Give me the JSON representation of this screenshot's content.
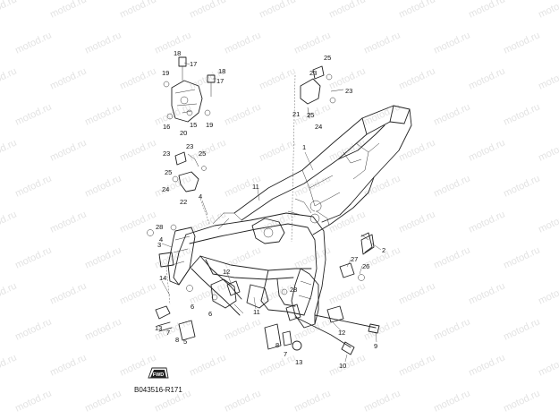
{
  "watermark_text": "motod.ru",
  "diagram_code": "B043516-R171",
  "fwd_badge": "FWD",
  "callouts": [
    {
      "id": "c1",
      "text": "1"
    },
    {
      "id": "c2",
      "text": "2"
    },
    {
      "id": "c3",
      "text": "3"
    },
    {
      "id": "c4a",
      "text": "4"
    },
    {
      "id": "c4b",
      "text": "4"
    },
    {
      "id": "c5a",
      "text": "5"
    },
    {
      "id": "c6a",
      "text": "6"
    },
    {
      "id": "c6b",
      "text": "6"
    },
    {
      "id": "c7a",
      "text": "7"
    },
    {
      "id": "c7b",
      "text": "7"
    },
    {
      "id": "c8a",
      "text": "8"
    },
    {
      "id": "c8b",
      "text": "8"
    },
    {
      "id": "c9",
      "text": "9"
    },
    {
      "id": "c10",
      "text": "10"
    },
    {
      "id": "c11a",
      "text": "11"
    },
    {
      "id": "c11b",
      "text": "11"
    },
    {
      "id": "c12a",
      "text": "12"
    },
    {
      "id": "c12b",
      "text": "12"
    },
    {
      "id": "c13a",
      "text": "13"
    },
    {
      "id": "c13b",
      "text": "13"
    },
    {
      "id": "c14",
      "text": "14"
    },
    {
      "id": "c15",
      "text": "15"
    },
    {
      "id": "c16",
      "text": "16"
    },
    {
      "id": "c17a",
      "text": "17"
    },
    {
      "id": "c17b",
      "text": "17"
    },
    {
      "id": "c18a",
      "text": "18"
    },
    {
      "id": "c18b",
      "text": "18"
    },
    {
      "id": "c19a",
      "text": "19"
    },
    {
      "id": "c19b",
      "text": "19"
    },
    {
      "id": "c20",
      "text": "20"
    },
    {
      "id": "c21",
      "text": "21"
    },
    {
      "id": "c22",
      "text": "22"
    },
    {
      "id": "c23a",
      "text": "23"
    },
    {
      "id": "c23b",
      "text": "23"
    },
    {
      "id": "c23c",
      "text": "23"
    },
    {
      "id": "c23d",
      "text": "23"
    },
    {
      "id": "c24a",
      "text": "24"
    },
    {
      "id": "c24b",
      "text": "24"
    },
    {
      "id": "c25a",
      "text": "25"
    },
    {
      "id": "c25b",
      "text": "25"
    },
    {
      "id": "c25c",
      "text": "25"
    },
    {
      "id": "c25d",
      "text": "25"
    },
    {
      "id": "c26",
      "text": "26"
    },
    {
      "id": "c27",
      "text": "27"
    },
    {
      "id": "c28a",
      "text": "28"
    },
    {
      "id": "c28b",
      "text": "28"
    }
  ],
  "colors": {
    "line": "#222222",
    "watermark": "#e3e3e3",
    "background": "#ffffff"
  }
}
